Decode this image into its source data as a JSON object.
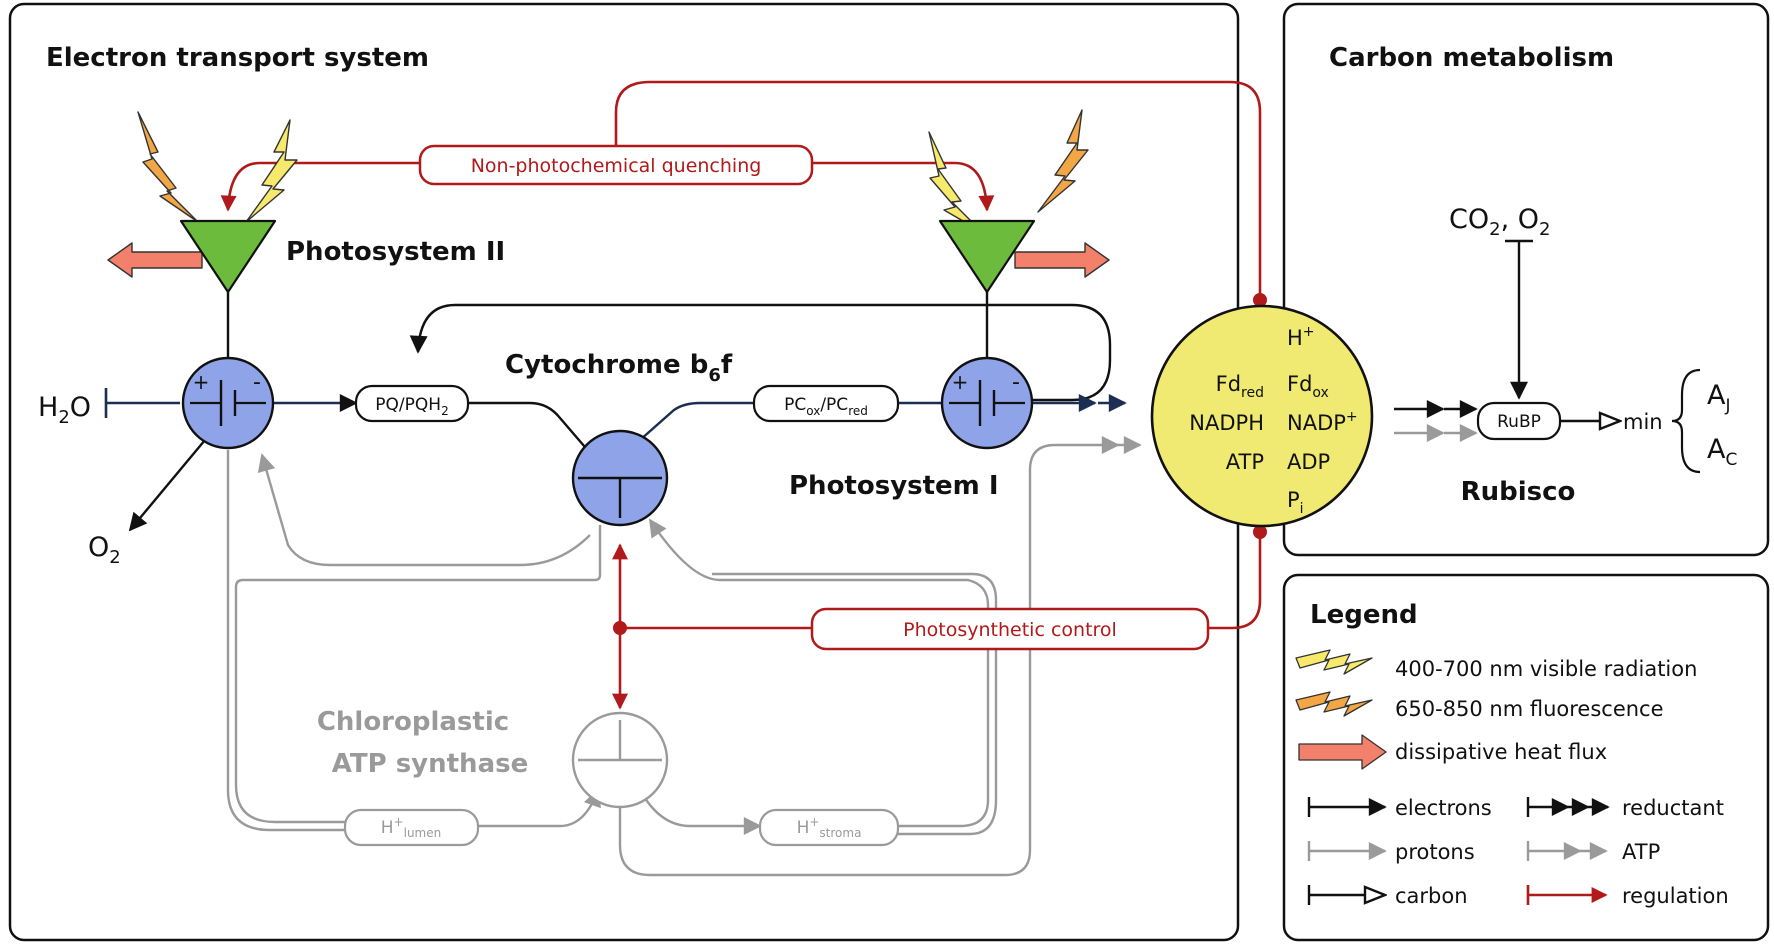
{
  "panels": {
    "ets_title": "Electron transport system",
    "carbon_title": "Carbon metabolism",
    "legend_title": "Legend"
  },
  "components": {
    "psii": "Photosystem II",
    "psi": "Photosystem I",
    "cytb6f_prefix": "Cytochrome b",
    "cytb6f_sub": "6",
    "cytb6f_suffix": "f",
    "atp_synthase_line1": "Chloroplastic",
    "atp_synthase_line2": "ATP synthase",
    "rubisco": "Rubisco",
    "plus": "+",
    "minus": "-"
  },
  "chemicals": {
    "h2o": {
      "a": "H",
      "sub": "2",
      "b": "O"
    },
    "o2": {
      "a": "O",
      "sub": "2"
    },
    "co2o2": {
      "a": "CO",
      "sub1": "2",
      "b": ", O",
      "sub2": "2"
    }
  },
  "pills": {
    "pq": {
      "a": "PQ/PQH",
      "sub": "2"
    },
    "pc": {
      "a": "PC",
      "sub1": "ox",
      "b": "/PC",
      "sub2": "red"
    },
    "h_lumen": {
      "a": "H",
      "sup": "+",
      "sub": "lumen"
    },
    "h_stroma": {
      "a": "H",
      "sup": "+",
      "sub": "stroma"
    },
    "rubp": "RuBP"
  },
  "regulation": {
    "npq": "Non-photochemical quenching",
    "photo_control": "Photosynthetic control"
  },
  "pool": {
    "h_plus": {
      "a": "H",
      "sup": "+"
    },
    "fd_red": {
      "a": "Fd",
      "sub": "red"
    },
    "fd_ox": {
      "a": "Fd",
      "sub": "ox"
    },
    "nadph": "NADPH",
    "nadp": {
      "a": "NADP",
      "sup": "+"
    },
    "atp": "ATP",
    "adp": "ADP",
    "pi": {
      "a": "P",
      "sub": "i"
    }
  },
  "outputs": {
    "min": "min",
    "aj": {
      "a": "A",
      "sub": "J"
    },
    "ac": {
      "a": "A",
      "sub": "C"
    }
  },
  "legend": {
    "visible": "400-700 nm visible radiation",
    "fluorescence": "650-850 nm fluorescence",
    "heat": "dissipative heat flux",
    "electrons": "electrons",
    "reductant": "reductant",
    "protons": "protons",
    "atp": "ATP",
    "carbon": "carbon",
    "regulation": "regulation"
  },
  "colors": {
    "regulation": "#b01a1a",
    "photosystem_green": "#6cbb3c",
    "complex_blue": "#8fa4e8",
    "pool_yellow": "#f0ea72",
    "heat_salmon": "#f2806a",
    "visible_yellow": "#f7e96c",
    "fluorescence_orange": "#f3a646",
    "protons_gray": "#9a9a9a"
  }
}
